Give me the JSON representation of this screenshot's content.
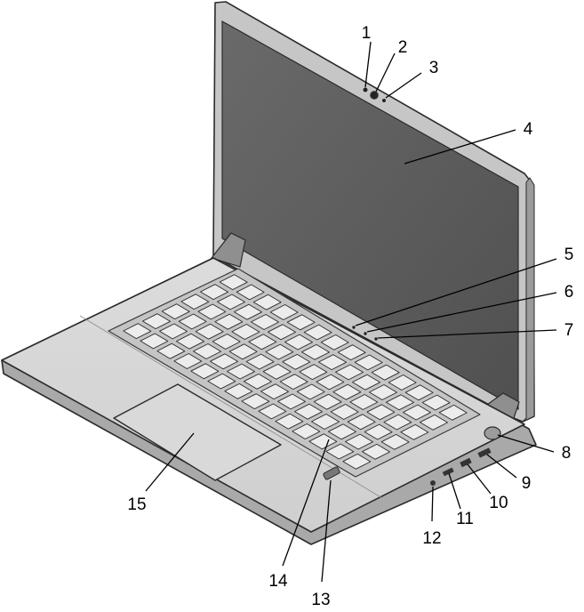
{
  "callouts": [
    {
      "id": "c1",
      "label": "1"
    },
    {
      "id": "c2",
      "label": "2"
    },
    {
      "id": "c3",
      "label": "3"
    },
    {
      "id": "c4",
      "label": "4"
    },
    {
      "id": "c5",
      "label": "5"
    },
    {
      "id": "c6",
      "label": "6"
    },
    {
      "id": "c7",
      "label": "7"
    },
    {
      "id": "c8",
      "label": "8"
    },
    {
      "id": "c9",
      "label": "9"
    },
    {
      "id": "c10",
      "label": "10"
    },
    {
      "id": "c11",
      "label": "11"
    },
    {
      "id": "c12",
      "label": "12"
    },
    {
      "id": "c13",
      "label": "13"
    },
    {
      "id": "c14",
      "label": "14"
    },
    {
      "id": "c15",
      "label": "15"
    }
  ],
  "colors": {
    "body": "#d4d4d4",
    "body_dark": "#9a9a9a",
    "bezel": "#c6c6c6",
    "screen": "#5e5e5e",
    "key": "#ececec",
    "outline": "#2b2b2b"
  }
}
